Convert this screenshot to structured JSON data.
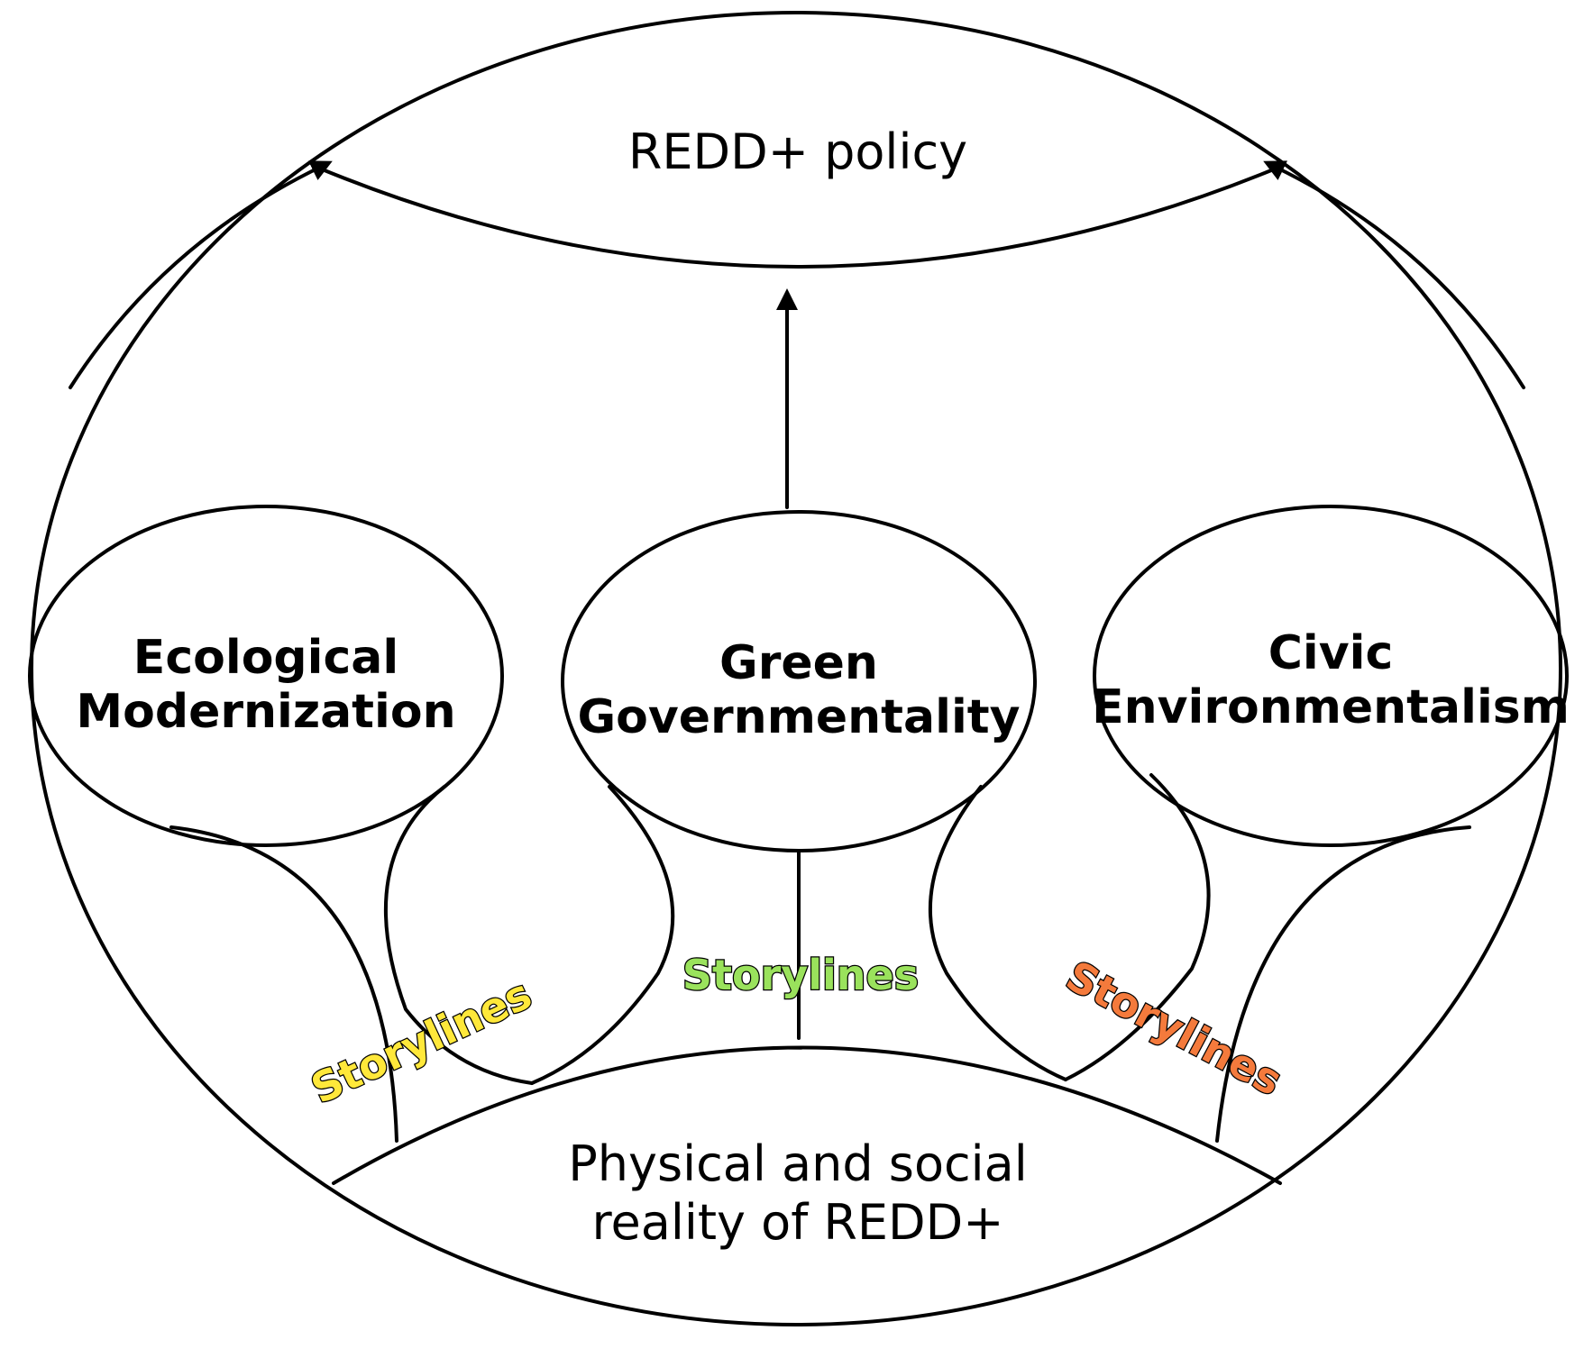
{
  "policy_label": "REDD+ policy",
  "reality_label": {
    "line1": "Physical and social",
    "line2": "reality of REDD+"
  },
  "discourses": [
    {
      "line1": "Ecological",
      "line2": "Modernization",
      "color": "#FFDD66",
      "storyline_label": "Storylines",
      "storyline_color": "#FFE83A"
    },
    {
      "line1": "Green",
      "line2": "Governmentality",
      "color": "#9AE25C",
      "storyline_label": "Storylines",
      "storyline_color": "#9AE25C"
    },
    {
      "line1": "Civic",
      "line2": "Environmentalism",
      "color": "#FF5F5F",
      "storyline_label": "Storylines",
      "storyline_color": "#F47A3C"
    }
  ]
}
